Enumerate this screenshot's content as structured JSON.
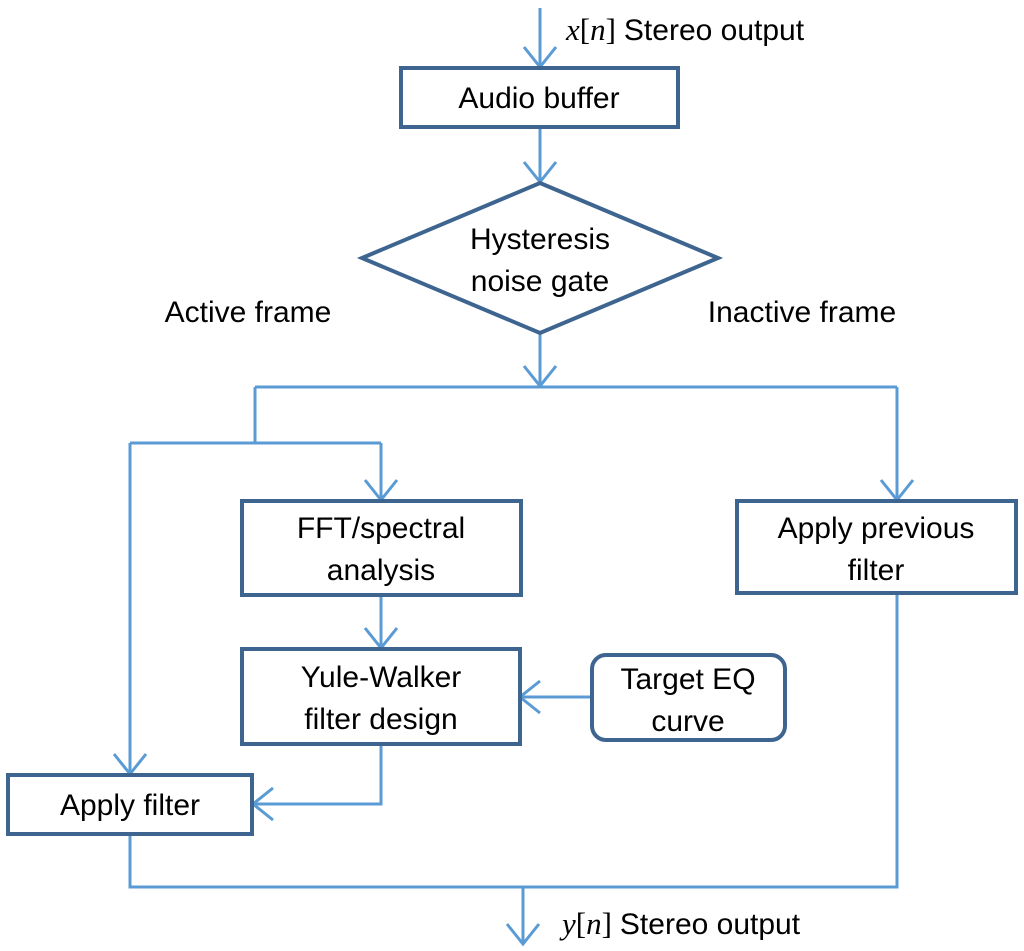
{
  "input": {
    "var": "x",
    "index": "n",
    "label": "Stereo output"
  },
  "output": {
    "var": "y",
    "index": "n",
    "label": "Stereo output"
  },
  "nodes": {
    "audio_buffer": "Audio buffer",
    "noise_gate": [
      "Hysteresis",
      "noise gate"
    ],
    "fft": [
      "FFT/spectral",
      "analysis"
    ],
    "yule_walker": [
      "Yule-Walker",
      "filter design"
    ],
    "target_eq": [
      "Target EQ",
      "curve"
    ],
    "apply_filter": "Apply filter",
    "apply_previous": [
      "Apply previous",
      "filter"
    ]
  },
  "branches": {
    "active": "Active frame",
    "inactive": "Inactive frame"
  },
  "colors": {
    "box_stroke": "#3d6590",
    "connector": "#5b9bd5"
  }
}
